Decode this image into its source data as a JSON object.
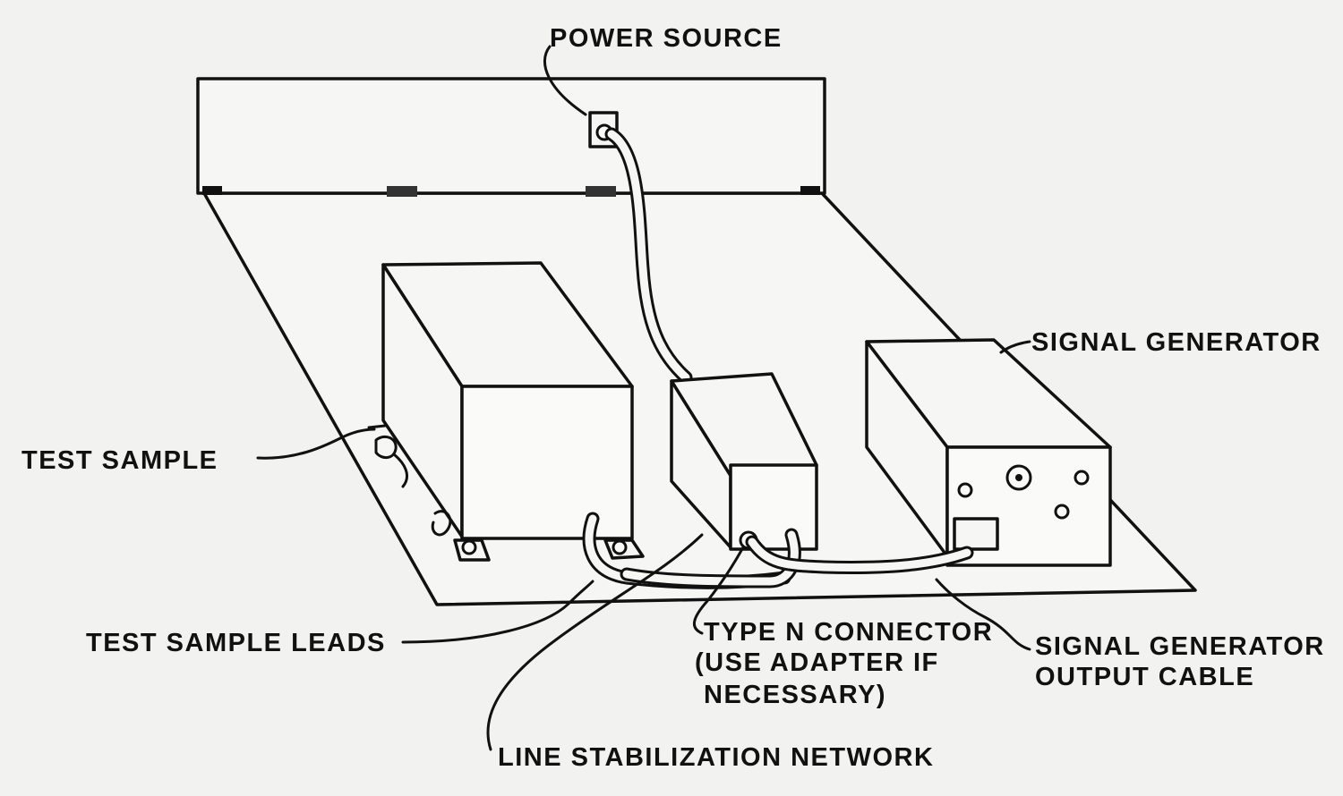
{
  "labels": {
    "power_source": "POWER SOURCE",
    "signal_generator": "SIGNAL GENERATOR",
    "test_sample": "TEST SAMPLE",
    "test_sample_leads": "TEST SAMPLE LEADS",
    "type_n_connector": [
      "TYPE N CONNECTOR",
      "(USE ADAPTER IF",
      "NECESSARY)"
    ],
    "signal_generator_output_cable": [
      "SIGNAL GENERATOR",
      "OUTPUT CABLE"
    ],
    "line_stabilization_network": "LINE STABILIZATION NETWORK"
  }
}
